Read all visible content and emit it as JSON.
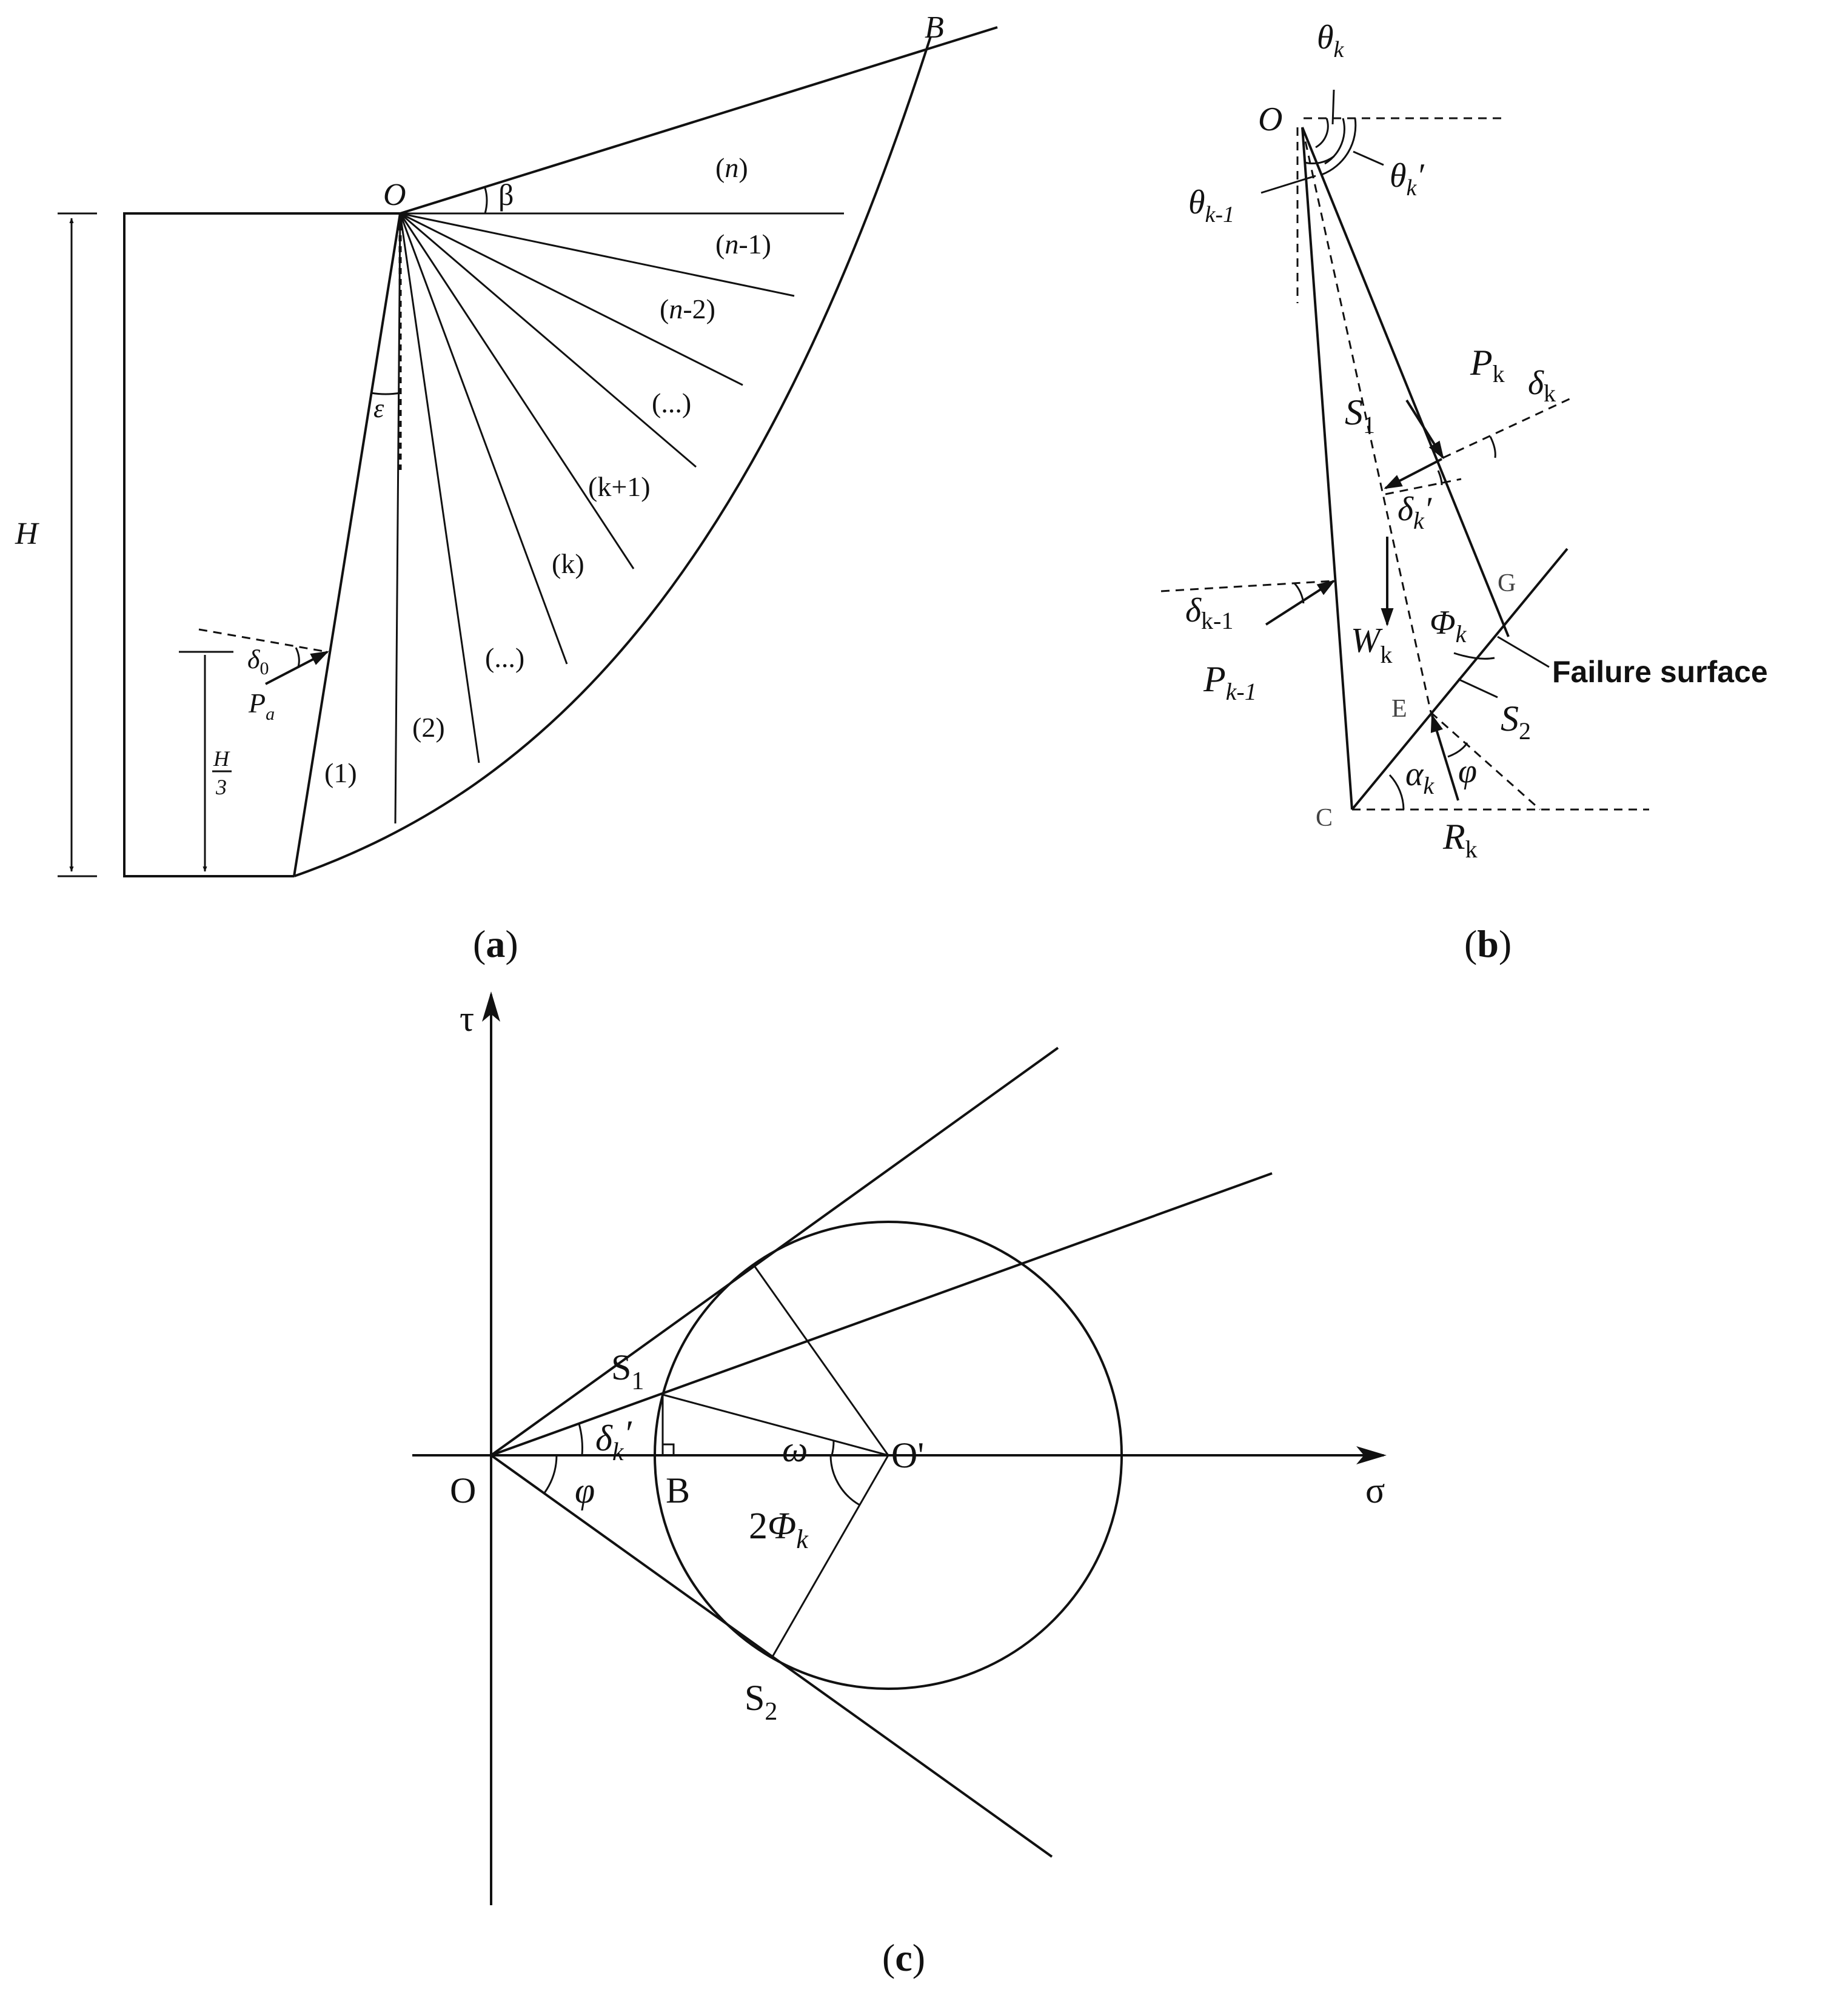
{
  "panel_a": {
    "caption_open": "(",
    "caption_letter": "a",
    "caption_close": ")",
    "point_O": "O",
    "point_B": "B",
    "angle_beta": "β",
    "angle_eps": "ε",
    "height_H": "H",
    "height_third_num": "H",
    "height_third_den": "3",
    "delta0_base": "δ",
    "delta0_sub": "0",
    "Pa_base": "P",
    "Pa_sub": "a",
    "wedges": [
      {
        "open": "(",
        "var": "n",
        "rest": ")"
      },
      {
        "open": "(",
        "var": "n",
        "rest": "-1)"
      },
      {
        "open": "(",
        "var": "n",
        "rest": "-2)"
      },
      {
        "open": "(...)",
        "var": "",
        "rest": ""
      },
      {
        "open": "(k+1)",
        "var": "",
        "rest": ""
      },
      {
        "open": "(k)",
        "var": "",
        "rest": ""
      },
      {
        "open": "(...)",
        "var": "",
        "rest": ""
      },
      {
        "open": "(2)",
        "var": "",
        "rest": ""
      },
      {
        "open": "(1)",
        "var": "",
        "rest": ""
      }
    ]
  },
  "panel_b": {
    "caption_open": "(",
    "caption_letter": "b",
    "caption_close": ")",
    "point_O": "O",
    "theta_k_base": "θ",
    "theta_k_sub": "k",
    "theta_kp_base": "θ",
    "theta_kp_sub": "k",
    "theta_kp_prime": "′",
    "theta_km1_base": "θ",
    "theta_km1_sub": "k-1",
    "S1_base": "S",
    "S1_sub": "1",
    "Pk_base": "P",
    "Pk_sub": "k",
    "deltak_base": "δ",
    "deltak_sub": "k",
    "deltakp_base": "δ",
    "deltakp_sub": "k",
    "deltakp_prime": "′",
    "point_G": "G",
    "deltakm1_base": "δ",
    "deltakm1_sub": "k-1",
    "Pkm1_base": "P",
    "Pkm1_sub": "k-1",
    "Wk_base": "W",
    "Wk_sub": "k",
    "Phik_base": "Φ",
    "Phik_sub": "k",
    "failure_surface": "Failure surface",
    "point_E": "E",
    "S2_base": "S",
    "S2_sub": "2",
    "alphak_base": "α",
    "alphak_sub": "k",
    "phi": "φ",
    "point_C": "C",
    "Rk_base": "R",
    "Rk_sub": "k"
  },
  "panel_c": {
    "caption_open": "(",
    "caption_letter": "c",
    "caption_close": ")",
    "axis_tau": "τ",
    "axis_sigma": "σ",
    "origin_O": "O",
    "center_Op": "O'",
    "point_B": "B",
    "S1_base": "S",
    "S1_sub": "1",
    "S2_base": "S",
    "S2_sub": "2",
    "deltakp_base": "δ",
    "deltakp_sub": "k",
    "deltakp_prime": "′",
    "omega": "ω",
    "twophi_pre": "2",
    "twophi_base": "Φ",
    "twophi_sub": "k",
    "phi": "φ"
  }
}
